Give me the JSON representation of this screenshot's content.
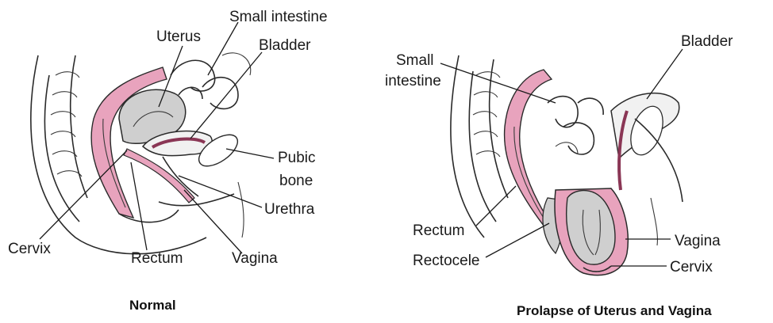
{
  "normal": {
    "caption": "Normal",
    "labels": {
      "uterus": "Uterus",
      "small_intestine": "Small intestine",
      "bladder": "Bladder",
      "pubic_bone_1": "Pubic",
      "pubic_bone_2": "bone",
      "urethra": "Urethra",
      "cervix": "Cervix",
      "rectum": "Rectum",
      "vagina": "Vagina"
    }
  },
  "prolapse": {
    "caption": "Prolapse of Uterus and Vagina",
    "labels": {
      "small_intestine_1": "Small",
      "small_intestine_2": "intestine",
      "bladder": "Bladder",
      "rectum": "Rectum",
      "rectocele": "Rectocele",
      "vagina": "Vagina",
      "cervix": "Cervix"
    }
  },
  "colors": {
    "tissue_pink": "#e8a3bd",
    "tissue_dark": "#8a3655",
    "organ_gray": "#cfcfcf",
    "outline": "#2a2a2a"
  }
}
